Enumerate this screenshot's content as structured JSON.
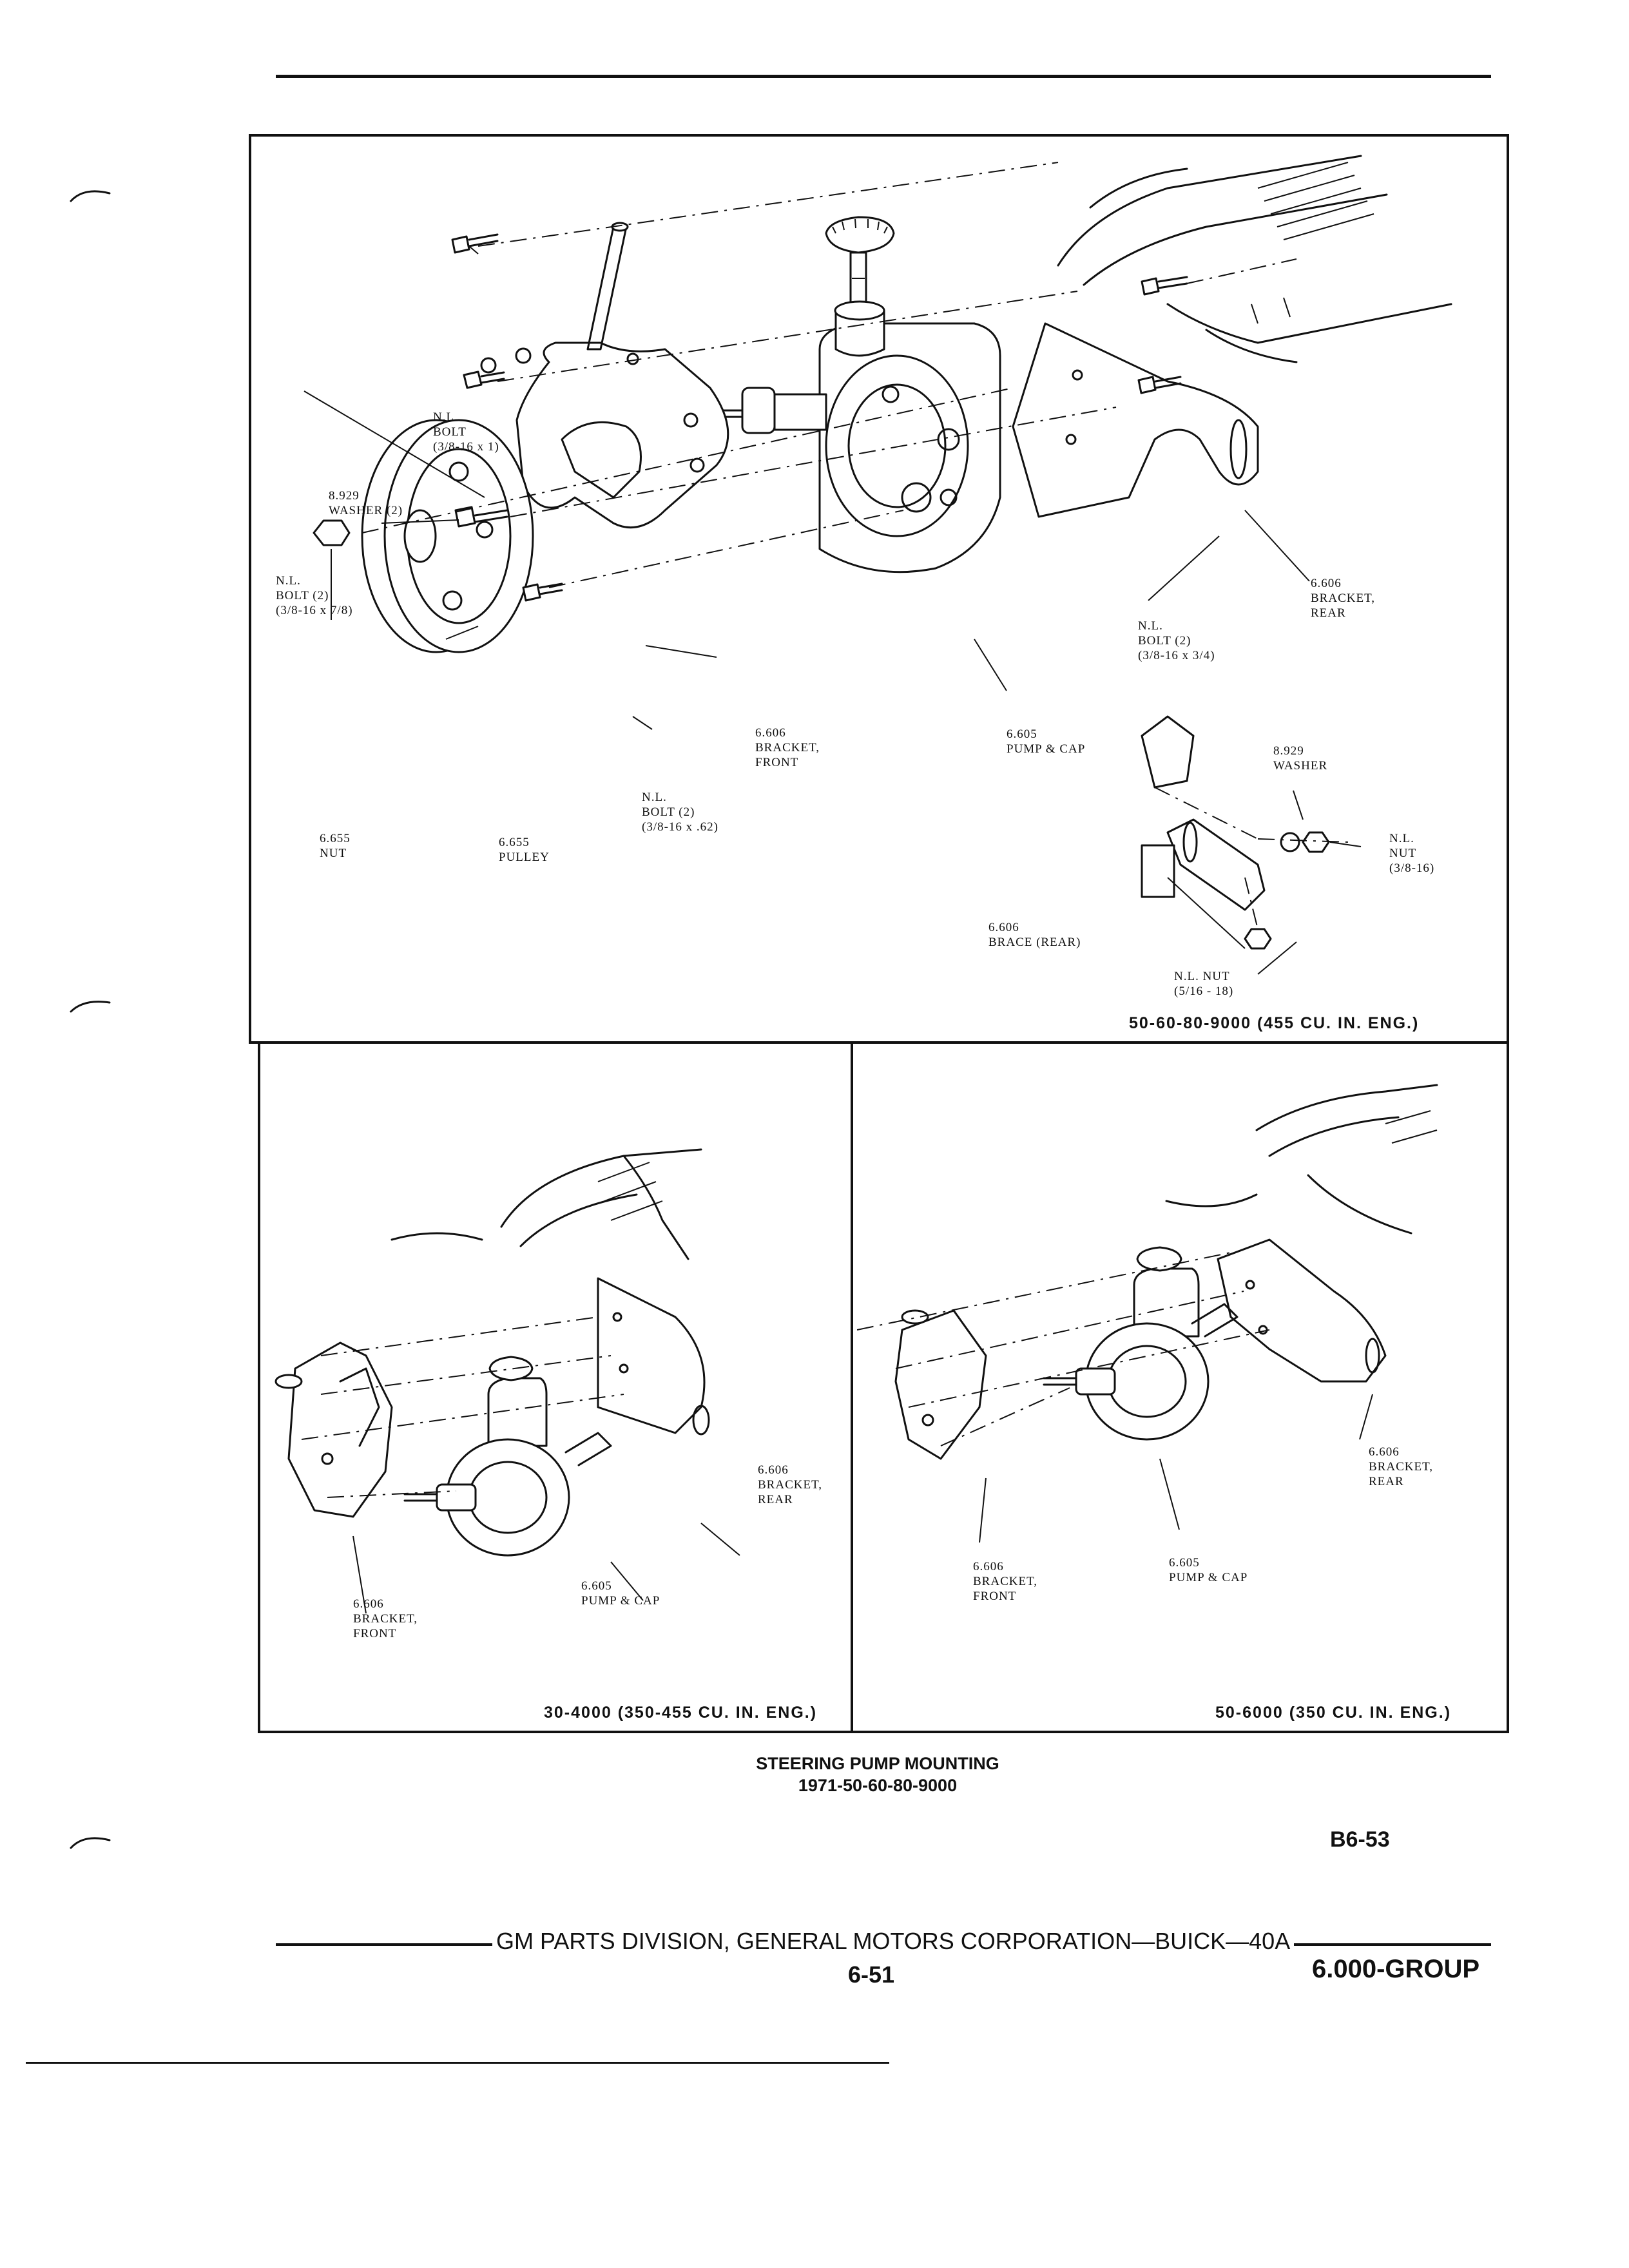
{
  "panels": {
    "top": {
      "caption": "50-60-80-9000 (455 CU. IN. ENG.)",
      "labels": {
        "nl_bolt_top": [
          "N.L.",
          "BOLT",
          "(3/8-16 x 1)"
        ],
        "washer_left": [
          "8.929",
          "WASHER (2)"
        ],
        "nl_bolt_left": [
          "N.L.",
          "BOLT (2)",
          "(3/8-16 x 7/8)"
        ],
        "nut": [
          "6.655",
          "NUT"
        ],
        "pulley": [
          "6.655",
          "PULLEY"
        ],
        "bracket_front": [
          "6.606",
          "BRACKET,",
          "FRONT"
        ],
        "nl_bolt_bottom": [
          "N.L.",
          "BOLT (2)",
          "(3/8-16 x .62)"
        ],
        "pump_cap": [
          "6.605",
          "PUMP & CAP"
        ],
        "nl_bolt_right": [
          "N.L.",
          "BOLT (2)",
          "(3/8-16 x 3/4)"
        ],
        "bracket_rear": [
          "6.606",
          "BRACKET,",
          "REAR"
        ],
        "washer_right": [
          "8.929",
          "WASHER"
        ],
        "nl_nut_right": [
          "N.L.",
          "NUT",
          "(3/8-16)"
        ],
        "brace_rear": [
          "6.606",
          "BRACE (REAR)"
        ],
        "nl_nut_bottom": [
          "N.L. NUT",
          "(5/16 - 18)"
        ]
      }
    },
    "bottom_left": {
      "caption": "30-4000 (350-455 CU. IN. ENG.)",
      "labels": {
        "bracket_rear": [
          "6.606",
          "BRACKET,",
          "REAR"
        ],
        "pump_cap": [
          "6.605",
          "PUMP & CAP"
        ],
        "bracket_front": [
          "6.606",
          "BRACKET,",
          "FRONT"
        ]
      }
    },
    "bottom_right": {
      "caption": "50-6000 (350 CU. IN. ENG.)",
      "labels": {
        "bracket_rear": [
          "6.606",
          "BRACKET,",
          "REAR"
        ],
        "pump_cap": [
          "6.605",
          "PUMP & CAP"
        ],
        "bracket_front": [
          "6.606",
          "BRACKET,",
          "FRONT"
        ]
      }
    }
  },
  "title": [
    "STEERING PUMP MOUNTING",
    "1971-50-60-80-9000"
  ],
  "figure_code": "B6-53",
  "footer": {
    "publisher": "GM PARTS DIVISION, GENERAL MOTORS CORPORATION—BUICK—40A",
    "page_number": "6-51",
    "group": "6.000-GROUP"
  }
}
